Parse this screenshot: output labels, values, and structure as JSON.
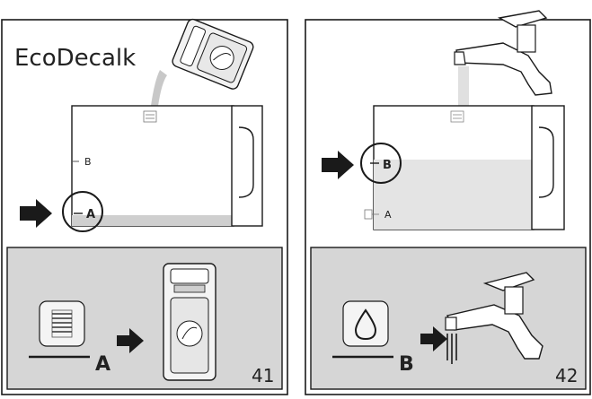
{
  "panel_left": {
    "brand": "EcoDecalk",
    "mark_b": "B",
    "mark_a": "A",
    "bottom_label": "A",
    "page_number": "41"
  },
  "panel_right": {
    "mark_b": "B",
    "mark_a": "A",
    "bottom_label": "B",
    "page_number": "42"
  },
  "colors": {
    "ink": "#1a1a1a",
    "gray_box": "#d6d6d6",
    "liquid": "#cfcfcf",
    "water": "#e4e4e4"
  },
  "icons": [
    "arrow-right-icon",
    "descaler-sachet-icon",
    "faucet-icon",
    "water-drop-icon",
    "descale-symbol-icon"
  ]
}
